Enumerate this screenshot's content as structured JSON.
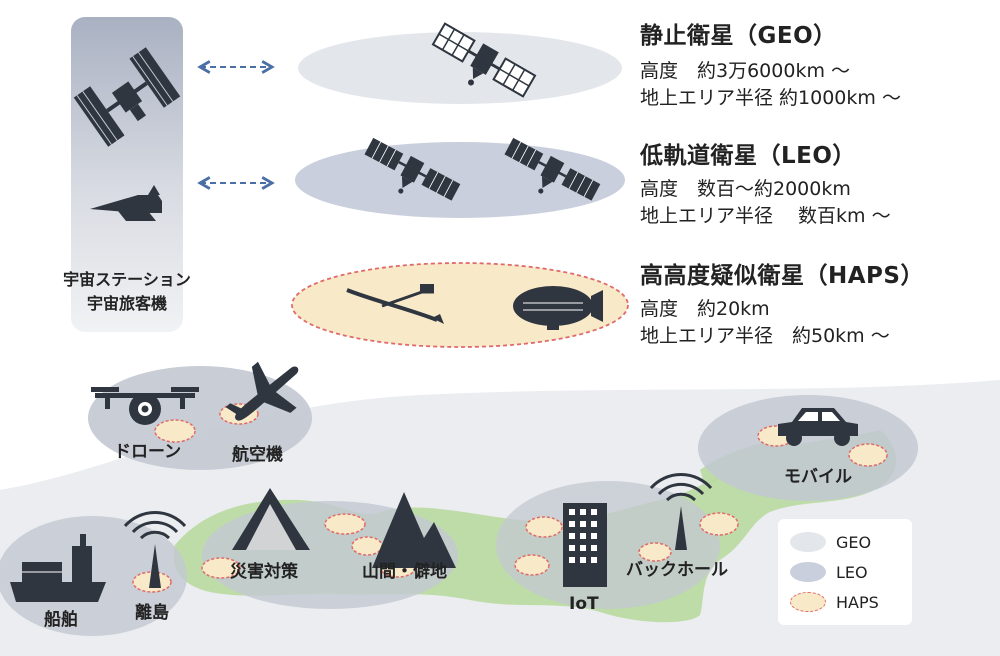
{
  "space_panel": {
    "label_line1": "宇宙ステーション",
    "label_line2": "宇宙旅客機"
  },
  "layers": [
    {
      "title": "静止衛星（GEO）",
      "altitude": "高度　約3万6000km ～",
      "radius": "地上エリア半径 約1000km ～"
    },
    {
      "title": "低軌道衛星（LEO）",
      "altitude": "高度　数百～約2000km",
      "radius": "地上エリア半径　 数百km ～"
    },
    {
      "title": "高高度疑似衛星（HAPS）",
      "altitude": "高度　約20km",
      "radius": "地上エリア半径　約50km ～"
    }
  ],
  "ground_labels": {
    "drone": "ドローン",
    "aircraft": "航空機",
    "mobile": "モバイル",
    "disaster": "災害対策",
    "mountain": "山間・僻地",
    "ship": "船舶",
    "island": "離島",
    "iot": "IoT",
    "backhaul": "バックホール"
  },
  "legend": [
    {
      "label": "GEO",
      "color": "#e3e6ea"
    },
    {
      "label": "LEO",
      "color": "#c9cfdc"
    },
    {
      "label": "HAPS",
      "color": "#f8e9c8"
    }
  ],
  "colors": {
    "haps_border": "#e06a6a",
    "land": "#b9d9a0",
    "ground_oval": "#d3d6db",
    "icon": "#2f3640",
    "arrow": "#4a6fa5"
  }
}
